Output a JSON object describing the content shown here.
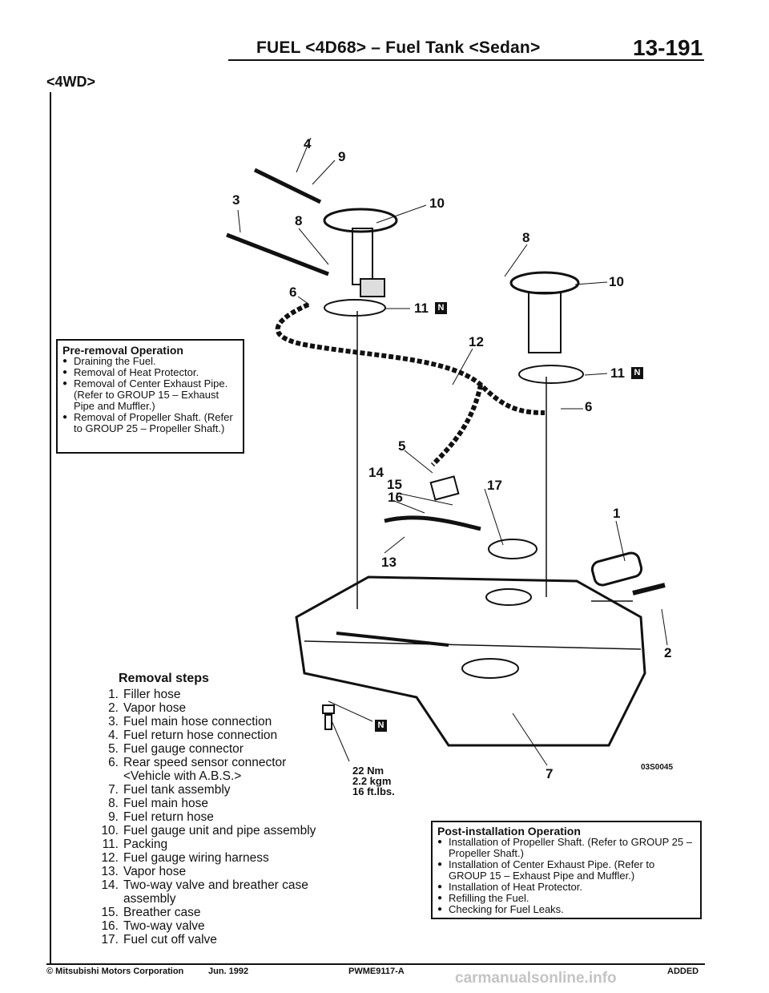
{
  "header": {
    "title": "FUEL <4D68> – Fuel Tank <Sedan>",
    "page": "13-191"
  },
  "subheader": "<4WD>",
  "pre_removal": {
    "title": "Pre-removal Operation",
    "items": [
      "Draining the Fuel.",
      "Removal of Heat Protector.",
      "Removal of Center Exhaust Pipe. (Refer to GROUP 15 – Exhaust Pipe and Muffler.)",
      "Removal of Propeller Shaft. (Refer to GROUP 25 – Propeller Shaft.)"
    ]
  },
  "removal_steps": {
    "title": "Removal steps",
    "items": [
      {
        "n": "1.",
        "t": "Filler hose"
      },
      {
        "n": "2.",
        "t": "Vapor hose"
      },
      {
        "n": "3.",
        "t": "Fuel main hose connection"
      },
      {
        "n": "4.",
        "t": "Fuel return hose connection"
      },
      {
        "n": "5.",
        "t": "Fuel gauge connector"
      },
      {
        "n": "6.",
        "t": "Rear speed sensor connector <Vehicle with A.B.S.>"
      },
      {
        "n": "7.",
        "t": "Fuel tank assembly"
      },
      {
        "n": "8.",
        "t": "Fuel main hose"
      },
      {
        "n": "9.",
        "t": "Fuel return hose"
      },
      {
        "n": "10.",
        "t": "Fuel gauge unit and pipe assembly"
      },
      {
        "n": "11.",
        "t": "Packing"
      },
      {
        "n": "12.",
        "t": "Fuel gauge wiring harness"
      },
      {
        "n": "13.",
        "t": "Vapor hose"
      },
      {
        "n": "14.",
        "t": "Two-way valve and breather case assembly"
      },
      {
        "n": "15.",
        "t": "Breather case"
      },
      {
        "n": "16.",
        "t": "Two-way valve"
      },
      {
        "n": "17.",
        "t": "Fuel cut off valve"
      }
    ]
  },
  "torque": {
    "line1": "22 Nm",
    "line2": "2.2 kgm",
    "line3": "16 ft.lbs."
  },
  "diagram_code": "03S0045",
  "callouts": {
    "c1": "1",
    "c2": "2",
    "c3": "3",
    "c4": "4",
    "c5": "5",
    "c6a": "6",
    "c6b": "6",
    "c7": "7",
    "c8a": "8",
    "c8b": "8",
    "c9": "9",
    "c10a": "10",
    "c10b": "10",
    "c11a": "11",
    "c11b": "11",
    "c12": "12",
    "c13": "13",
    "c14": "14",
    "c15": "15",
    "c16": "16",
    "c17": "17",
    "nmark": "N"
  },
  "post_installation": {
    "title": "Post-installation Operation",
    "items": [
      "Installation of Propeller Shaft. (Refer to GROUP 25 – Propeller Shaft.)",
      "Installation of Center Exhaust Pipe. (Refer to GROUP 15 – Exhaust Pipe and Muffler.)",
      "Installation of Heat Protector.",
      "Refilling the Fuel.",
      "Checking for Fuel Leaks."
    ]
  },
  "footer": {
    "copyright": "© Mitsubishi Motors Corporation",
    "date": "Jun. 1992",
    "code": "PWME9117-A",
    "status": "ADDED"
  },
  "watermark": "carmanualsonline.info"
}
